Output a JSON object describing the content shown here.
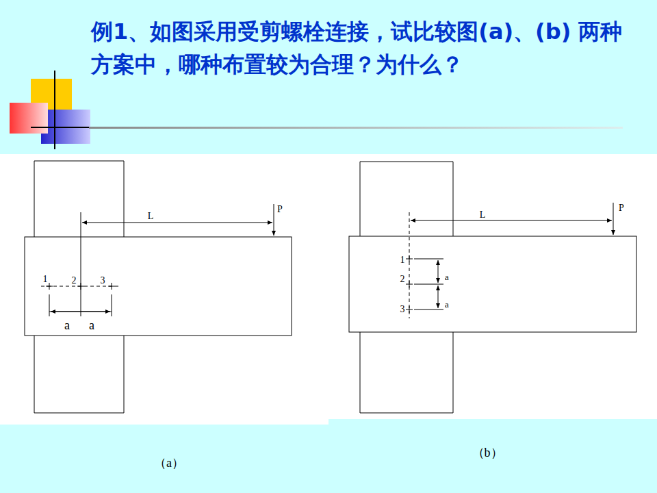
{
  "diagram": {
    "title": "例1、如图采用受剪螺栓连接，试比较图(a)、(b) 两种方案中，哪种布置较为合理？为什么？",
    "labels": [
      "P",
      "L",
      "1",
      "2",
      "3",
      "a",
      "a",
      "（a）",
      "P",
      "L",
      "1",
      "2",
      "3",
      "a",
      "a",
      "（b）"
    ]
  }
}
